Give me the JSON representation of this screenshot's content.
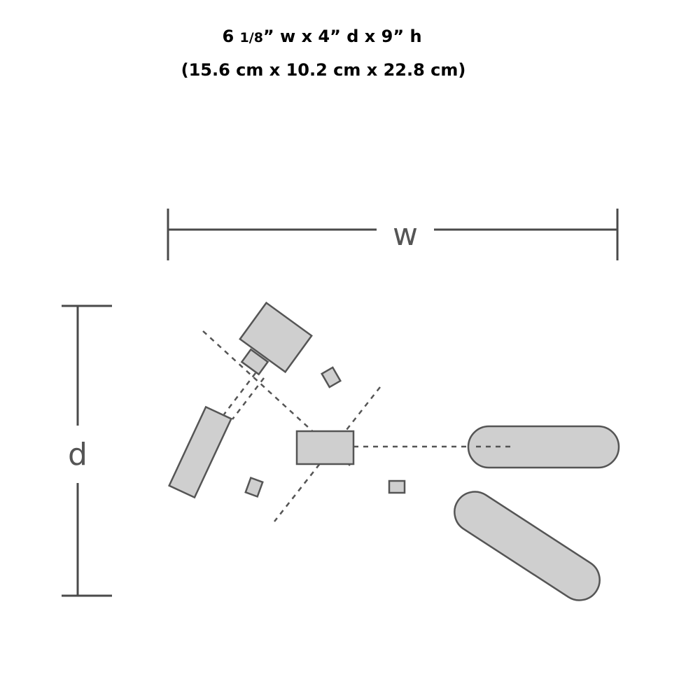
{
  "heading": {
    "line1_whole": "6 ",
    "line1_fraction": "1/8",
    "line1_rest": "” w x 4” d x 9” h",
    "line2": "(15.6 cm x 10.2 cm x 22.8 cm)"
  },
  "dimensions": {
    "width_label": "w",
    "depth_label": "d"
  },
  "colors": {
    "dimension_line": "#4a4a4a",
    "part_fill": "#cfcfcf",
    "part_stroke": "#555555",
    "dashed_guide": "#555555"
  }
}
